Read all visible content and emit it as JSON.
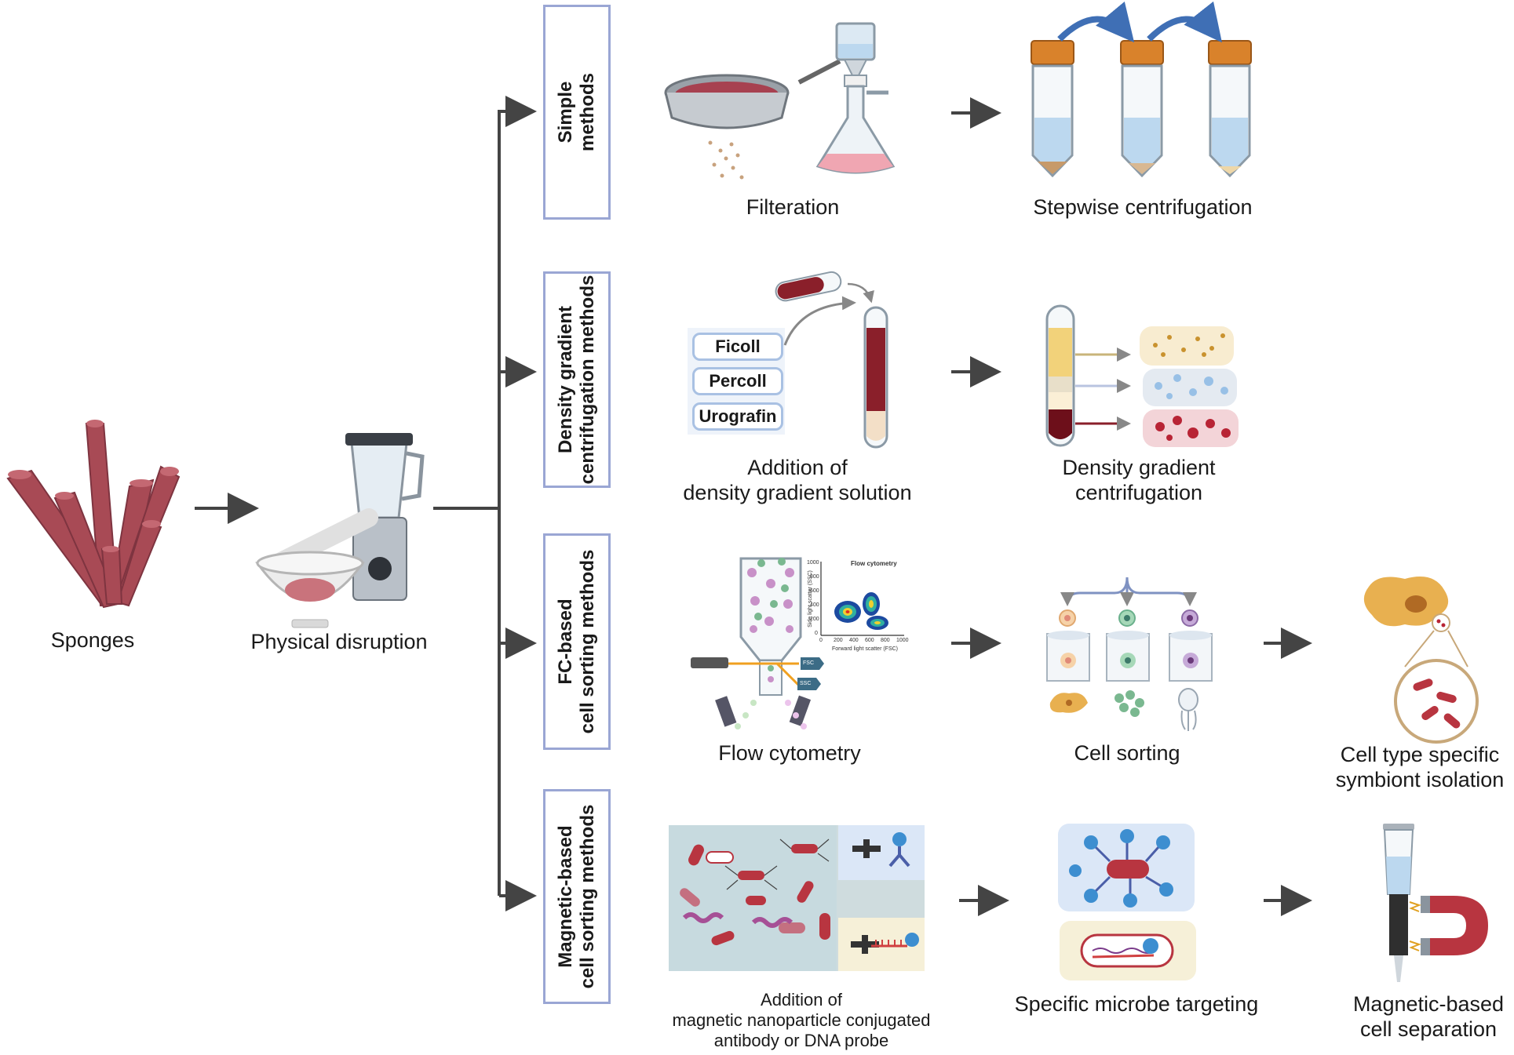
{
  "source": {
    "label": "Sponges"
  },
  "disruption": {
    "label": "Physical disruption"
  },
  "methods": [
    {
      "name_lines": [
        "Simple",
        "methods"
      ],
      "steps": [
        {
          "lines": [
            "Filteration"
          ]
        },
        {
          "lines": [
            "Stepwise centrifugation"
          ]
        }
      ]
    },
    {
      "name_lines": [
        "Density gradient",
        "centrifugation methods"
      ],
      "solutions": [
        "Ficoll",
        "Percoll",
        "Urografin"
      ],
      "steps": [
        {
          "lines": [
            "Addition of",
            "density gradient solution"
          ]
        },
        {
          "lines": [
            "Density gradient",
            "centrifugation"
          ]
        }
      ]
    },
    {
      "name_lines": [
        "FC-based",
        "cell sorting methods"
      ],
      "steps": [
        {
          "lines": [
            "Flow cytometry"
          ]
        },
        {
          "lines": [
            "Cell sorting"
          ]
        },
        {
          "lines": [
            "Cell type specific",
            "symbiont isolation"
          ]
        }
      ],
      "flow_plot": {
        "title": "Flow cytometry",
        "xlabel": "Forward light scatter (FSC)",
        "ylabel": "Side light scatter (SSC)",
        "x_ticks": [
          "0",
          "200",
          "400",
          "600",
          "800",
          "1000"
        ],
        "y_ticks": [
          "0",
          "200",
          "400",
          "600",
          "800",
          "1000"
        ]
      },
      "detectors": [
        "FSC",
        "SSC"
      ]
    },
    {
      "name_lines": [
        "Magnetic-based",
        "cell sorting methods"
      ],
      "steps": [
        {
          "lines": [
            "Addition of",
            "magnetic nanoparticle conjugated",
            "antibody or DNA probe"
          ]
        },
        {
          "lines": [
            "Specific microbe targeting"
          ]
        },
        {
          "lines": [
            "Magnetic-based",
            "cell separation"
          ]
        }
      ]
    }
  ],
  "colors": {
    "sponge": "#a84a55",
    "arrow": "#444444",
    "box_border": "#9aa6d4",
    "tube_cap": "#d9822b",
    "liquid": "#bcd8ef",
    "blood": "#8a1f2a",
    "plasma": "#f2d27a",
    "curved_arrow": "#3f6fb5"
  }
}
